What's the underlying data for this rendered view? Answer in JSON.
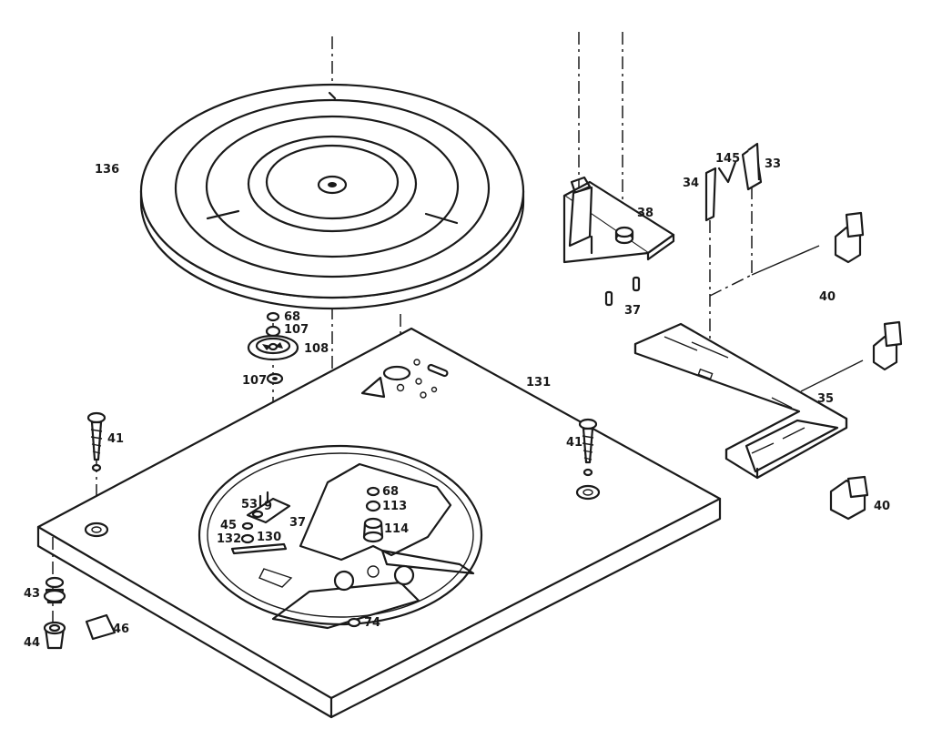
{
  "labels": {
    "turntable_platter": "136",
    "washer_top": "68",
    "bushing_upper": "107",
    "idler_wheel": "108",
    "bushing_lower": "107",
    "chassis_plate": "131",
    "screw_left": "41",
    "screw_right": "41",
    "motor_washer": "68",
    "motor_bushing": "113",
    "motor_pulley": "114",
    "speed_shifter": "37",
    "part_53": "53",
    "part_9": "9",
    "part_45": "45",
    "part_132": "132",
    "part_130": "130",
    "grommet_43": "43",
    "grommet_44": "44",
    "bracket_46": "46",
    "clip_74": "74",
    "tonearm_base": "38",
    "base_screws": "37",
    "spring_145": "145",
    "lever_34": "34",
    "lever_33": "33",
    "knob_upper": "40",
    "knob_lower": "40",
    "control_frame": "35"
  }
}
